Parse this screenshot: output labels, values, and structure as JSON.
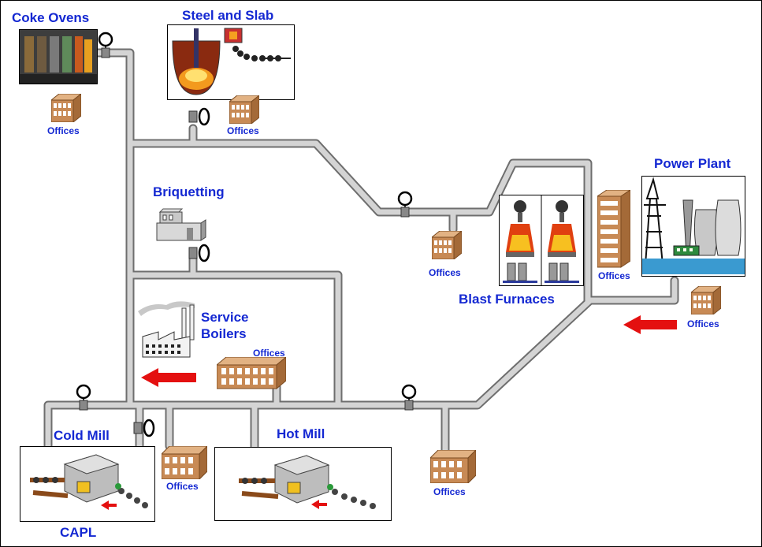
{
  "labels": {
    "coke_ovens": "Coke Ovens",
    "steel_and_slab": "Steel and Slab",
    "briquetting": "Briquetting",
    "service_boilers": "Service\nBoilers",
    "power_plant": "Power Plant",
    "blast_furnaces": "Blast Furnaces",
    "cold_mill": "Cold Mill",
    "hot_mill": "Hot Mill",
    "capl": "CAPL"
  },
  "offices_label": "Offices",
  "colors": {
    "label_blue": "#1428d2",
    "pipe_fill": "#d4d4d4",
    "pipe_outline": "#6e6e6e",
    "arrow_red": "#e41010",
    "office_brown": "#c88a55"
  },
  "icons": [
    "meter-icon",
    "valve-icon",
    "office-building-icon",
    "flow-arrow-icon",
    "factory-icon",
    "furnace-icon",
    "power-plant-icon",
    "mill-machine-icon"
  ]
}
